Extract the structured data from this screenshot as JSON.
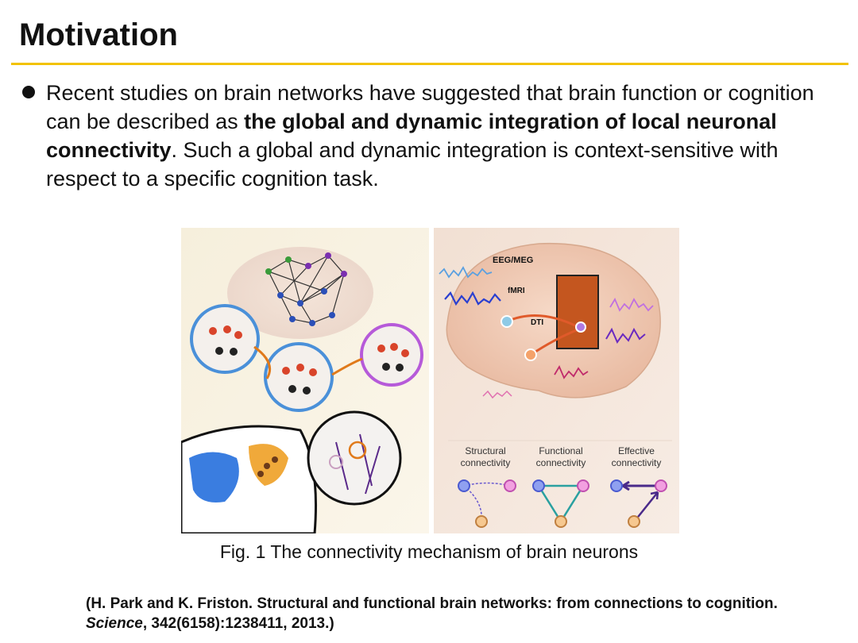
{
  "slide": {
    "title": "Motivation",
    "accent_color": "#f2c200"
  },
  "bullet": {
    "text_1": "Recent studies on brain networks have suggested that brain function or cognition can be described as ",
    "bold": "the global and dynamic integration of local neuronal connectivity",
    "text_2": ". Such a global and dynamic integration is context-sensitive with respect to a specific cognition task."
  },
  "figure": {
    "labels": {
      "eeg_meg": "EEG/MEG",
      "fmri": "fMRI",
      "dti": "DTI"
    },
    "connectivity_types": [
      {
        "line1": "Structural",
        "line2": "connectivity"
      },
      {
        "line1": "Functional",
        "line2": "connectivity"
      },
      {
        "line1": "Effective",
        "line2": "connectivity"
      }
    ],
    "caption": "Fig. 1 The connectivity mechanism of brain neurons"
  },
  "reference": {
    "part_1": "(H. Park and K. Friston. Structural and functional brain networks: from connections to cognition. ",
    "journal": "Science",
    "part_2": ", 342(6158):1238411, 2013.)"
  }
}
